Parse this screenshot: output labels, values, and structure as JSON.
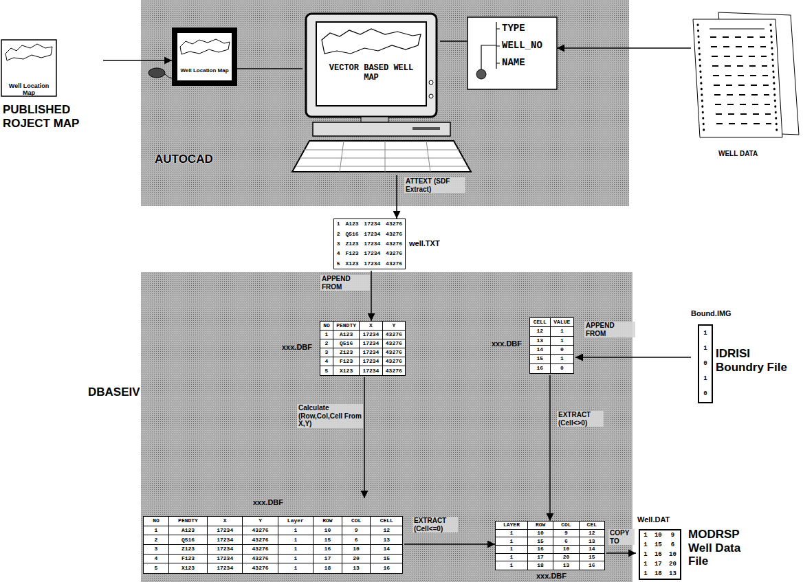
{
  "diagram": {
    "nodes": [
      {
        "text": [
          "AUTOCAD"
        ]
      },
      {
        "text": [
          "Well Location Map",
          "PUBLISHED ROJECT MAP"
        ]
      },
      {
        "text": [
          "Well Location Map"
        ],
        "in": 0
      },
      {
        "text": [
          "VECTOR BASED WELL MAP"
        ],
        "in": 0
      },
      {
        "text": [
          "TYPE",
          "WELL_NO",
          "NAME"
        ],
        "in": 0
      },
      {
        "text": [
          "WELL DATA"
        ]
      },
      {
        "text": [
          "well.TXT",
          "1",
          "A123",
          "17234",
          "43276",
          "2",
          "Q516",
          "17234",
          "43276",
          "3",
          "Z123",
          "17234",
          "43276",
          "4",
          "F123",
          "17234",
          "43276",
          "5",
          "X123",
          "17234",
          "43276"
        ]
      },
      {
        "text": [
          "DBASEIV"
        ]
      },
      {
        "text": [
          "xxx.DBF",
          "NO",
          "PENDTY",
          "X",
          "Y",
          "1",
          "A123",
          "17234",
          "43276",
          "2",
          "Q516",
          "17234",
          "43276",
          "3",
          "Z123",
          "17234",
          "43276",
          "4",
          "F123",
          "17234",
          "43276",
          "5",
          "X123",
          "17234",
          "43276"
        ],
        "in": 7
      },
      {
        "text": [
          "xxx.DBF",
          "CELL",
          "VALUE",
          "12",
          "1",
          "13",
          "1",
          "14",
          "0",
          "15",
          "1",
          "16",
          "0"
        ],
        "in": 7
      },
      {
        "text": [
          "xxx.DBF",
          "NO",
          "PENDTY",
          "X",
          "Y",
          "Layer",
          "ROW",
          "COL",
          "CELL",
          "1",
          "A123",
          "17234",
          "43276",
          "1",
          "10",
          "9",
          "12",
          "2",
          "Q516",
          "17234",
          "43276",
          "1",
          "15",
          "6",
          "13",
          "3",
          "Z123",
          "17234",
          "43276",
          "1",
          "16",
          "10",
          "14",
          "4",
          "F123",
          "17234",
          "43276",
          "1",
          "17",
          "20",
          "15",
          "5",
          "X123",
          "17234",
          "43276",
          "1",
          "18",
          "13",
          "16"
        ],
        "in": 7
      },
      {
        "text": [
          "xxx.DBF",
          "LAYER",
          "ROW",
          "COL",
          "CEL",
          "1",
          "10",
          "9",
          "12",
          "1",
          "15",
          "6",
          "13",
          "1",
          "16",
          "10",
          "14",
          "1",
          "17",
          "20",
          "15",
          "1",
          "18",
          "13",
          "16"
        ],
        "in": 7
      },
      {
        "text": [
          "Bound.IMG",
          "1",
          "1",
          "0",
          "1",
          "0",
          "IDRISI Boundry File"
        ]
      },
      {
        "text": [
          "Well.DAT",
          "1",
          "10",
          "9",
          "1",
          "15",
          "6",
          "1",
          "16",
          "10",
          "1",
          "17",
          "20",
          "1",
          "18",
          "13",
          "MODRSP Well Data File"
        ]
      }
    ],
    "edges": [
      {
        "from": 1,
        "to": 2,
        "arrow": "to"
      },
      {
        "from": 2,
        "to": 3,
        "arrow": "none"
      },
      {
        "from": 3,
        "to": 4,
        "arrow": "none"
      },
      {
        "from": 5,
        "to": 4,
        "arrow": "to"
      },
      {
        "from": 3,
        "to": 6,
        "label": "ATTEXT (SDF Extract)",
        "arrow": "to"
      },
      {
        "from": 6,
        "to": 8,
        "label": "APPEND FROM",
        "arrow": "to"
      },
      {
        "from": 12,
        "to": 9,
        "label": "APPEND FROM",
        "arrow": "to"
      },
      {
        "from": 8,
        "to": 10,
        "label": "Calculate (Row,Col,Cell From X,Y)",
        "arrow": "to"
      },
      {
        "from": 10,
        "to": 11,
        "label": "EXTRACT (Cell<=0)",
        "arrow": "to"
      },
      {
        "from": 9,
        "to": 11,
        "label": "EXTRACT (Cell<>0)",
        "arrow": "to"
      },
      {
        "from": 11,
        "to": 13,
        "label": "COPY TO",
        "arrow": "to"
      }
    ]
  }
}
